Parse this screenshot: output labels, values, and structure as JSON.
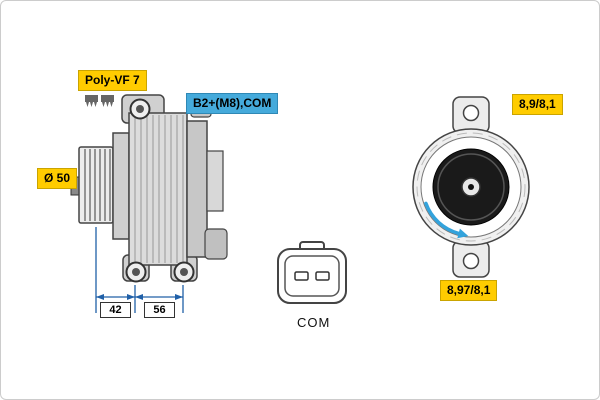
{
  "labels": {
    "belt_type": "Poly-VF 7",
    "terminal": "B2+(M8),COM",
    "pulley_diameter": "Ø 50",
    "dim_front": "42",
    "dim_rear": "56",
    "spec_top_right": "8,9/8,1",
    "spec_bottom_right": "8,97/8,1",
    "connector": "COM"
  },
  "icons": {
    "belt_profile": "ribbed-belt-profile-icon",
    "rotation": "rotation-direction-arrow-icon"
  },
  "colors": {
    "yellow": "#ffcc00",
    "blue": "#45aadb",
    "dim_blue": "#2060a8",
    "arrow_blue": "#33a3dc",
    "line": "#444444"
  }
}
